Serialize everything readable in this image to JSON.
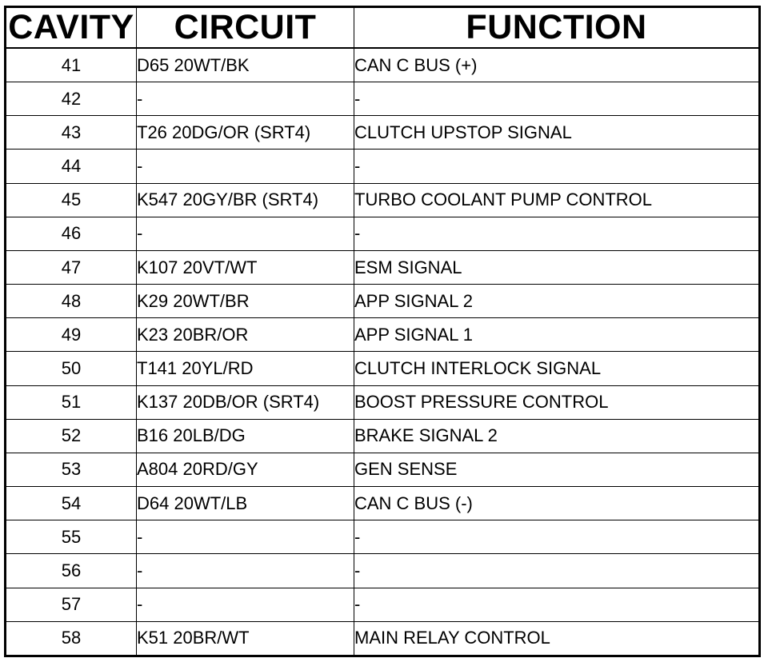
{
  "headers": {
    "cavity": "CAVITY",
    "circuit": "CIRCUIT",
    "function": "FUNCTION"
  },
  "rows": [
    {
      "cavity": "41",
      "circuit": "D65 20WT/BK",
      "function": "CAN C BUS (+)"
    },
    {
      "cavity": "42",
      "circuit": "-",
      "function": "-"
    },
    {
      "cavity": "43",
      "circuit": "T26 20DG/OR (SRT4)",
      "function": "CLUTCH UPSTOP SIGNAL"
    },
    {
      "cavity": "44",
      "circuit": "-",
      "function": "-"
    },
    {
      "cavity": "45",
      "circuit": "K547 20GY/BR (SRT4)",
      "function": "TURBO COOLANT PUMP CONTROL"
    },
    {
      "cavity": "46",
      "circuit": "-",
      "function": "-"
    },
    {
      "cavity": "47",
      "circuit": "K107 20VT/WT",
      "function": "ESM SIGNAL"
    },
    {
      "cavity": "48",
      "circuit": "K29 20WT/BR",
      "function": "APP SIGNAL 2"
    },
    {
      "cavity": "49",
      "circuit": "K23 20BR/OR",
      "function": "APP SIGNAL 1"
    },
    {
      "cavity": "50",
      "circuit": "T141 20YL/RD",
      "function": "CLUTCH INTERLOCK SIGNAL"
    },
    {
      "cavity": "51",
      "circuit": "K137 20DB/OR (SRT4)",
      "function": "BOOST PRESSURE CONTROL"
    },
    {
      "cavity": "52",
      "circuit": "B16 20LB/DG",
      "function": "BRAKE SIGNAL 2"
    },
    {
      "cavity": "53",
      "circuit": "A804 20RD/GY",
      "function": "GEN SENSE"
    },
    {
      "cavity": "54",
      "circuit": "D64 20WT/LB",
      "function": "CAN C BUS (-)"
    },
    {
      "cavity": "55",
      "circuit": "-",
      "function": "-"
    },
    {
      "cavity": "56",
      "circuit": "-",
      "function": "-"
    },
    {
      "cavity": "57",
      "circuit": "-",
      "function": "-"
    },
    {
      "cavity": "58",
      "circuit": "K51 20BR/WT",
      "function": "MAIN RELAY CONTROL"
    }
  ]
}
